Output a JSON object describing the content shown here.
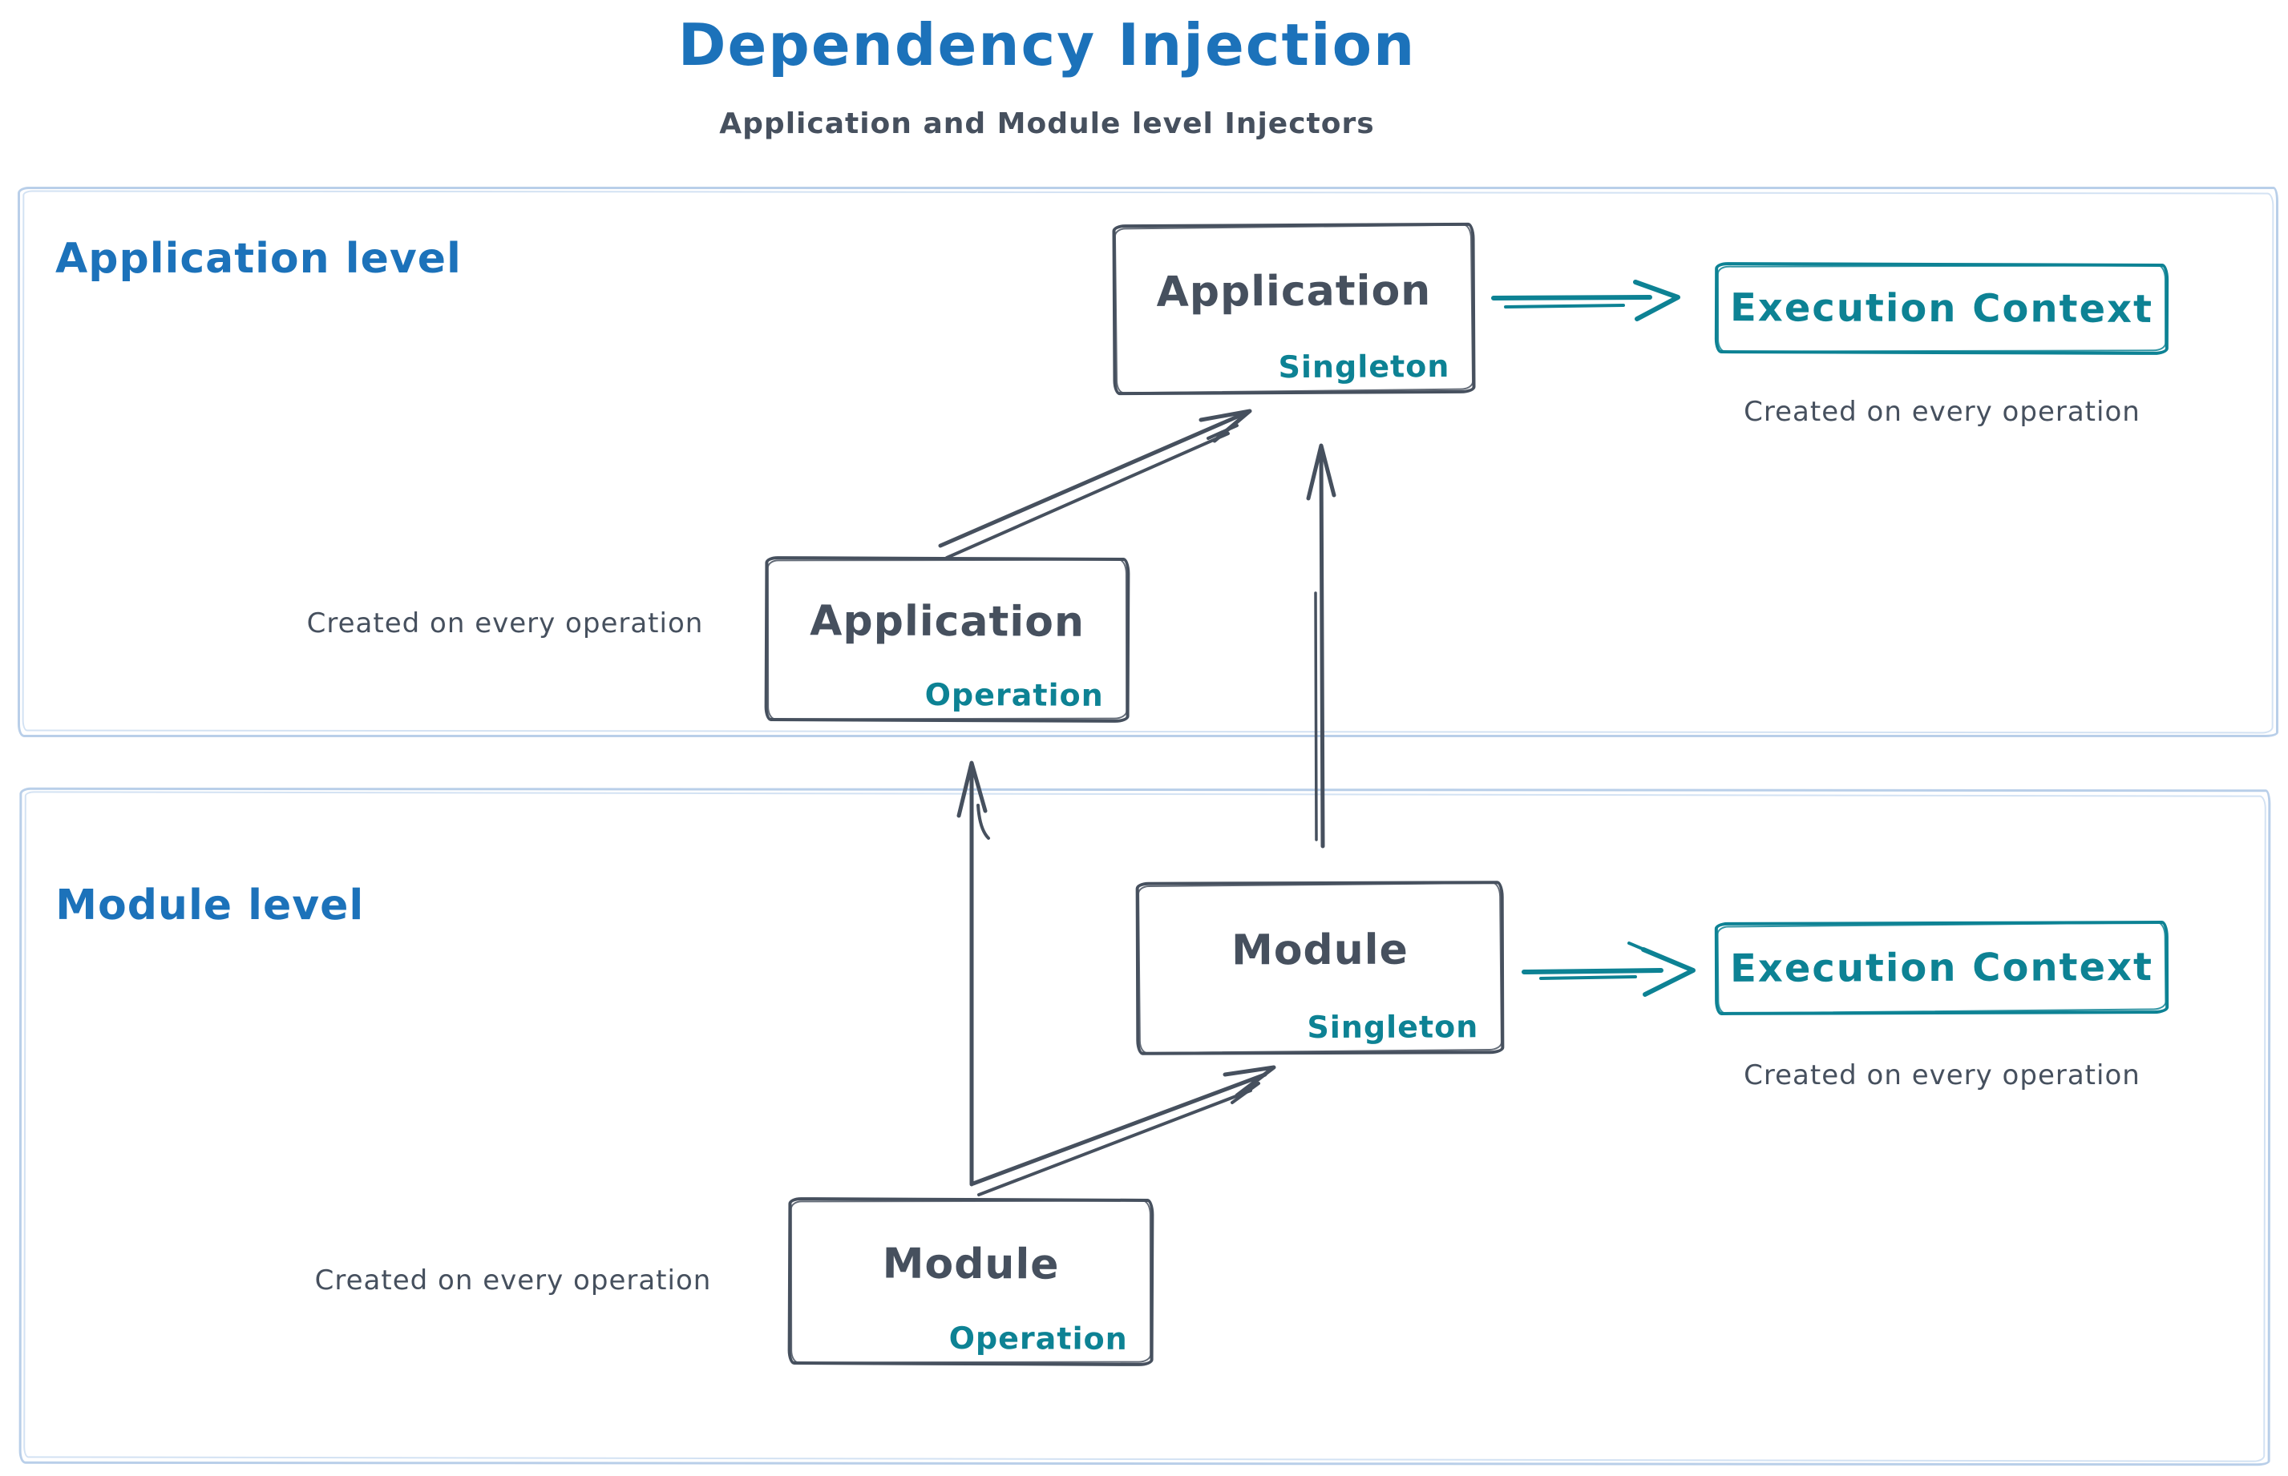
{
  "title": {
    "text": "Dependency Injection",
    "subtitle": "Application and Module level Injectors"
  },
  "colors": {
    "blue": "#1c72ba",
    "ink": "#46505e",
    "teal": "#0d8294",
    "frame": "#b9cfe9"
  },
  "sections": {
    "application": {
      "label": "Application level",
      "singleton": {
        "name": "Application",
        "scope": "Singleton"
      },
      "operation": {
        "name": "Application",
        "scope": "Operation",
        "note": "Created on every operation"
      },
      "execution_context": {
        "label": "Execution Context",
        "note": "Created on every operation"
      }
    },
    "module": {
      "label": "Module level",
      "singleton": {
        "name": "Module",
        "scope": "Singleton"
      },
      "operation": {
        "name": "Module",
        "scope": "Operation",
        "note": "Created on every operation"
      },
      "execution_context": {
        "label": "Execution Context",
        "note": "Created on every operation"
      }
    }
  }
}
